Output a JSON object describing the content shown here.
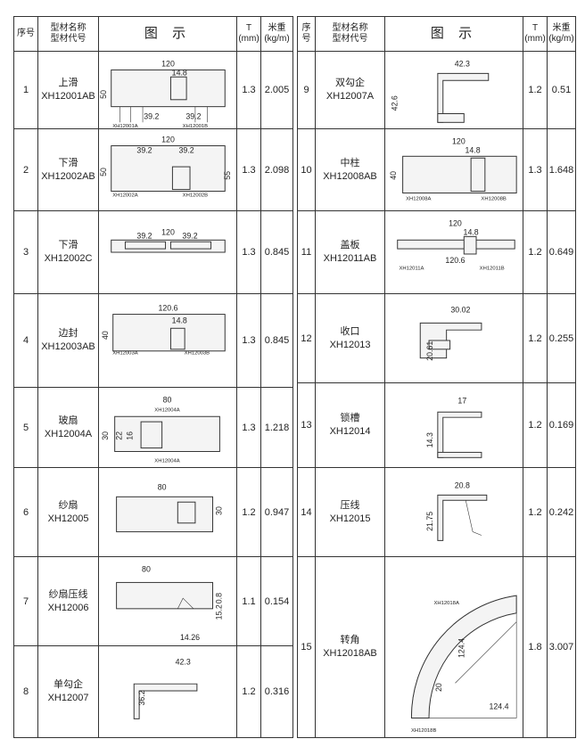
{
  "header": {
    "seq": "序号",
    "name1": "型材名称",
    "name2": "型材代号",
    "diagram": "图 示",
    "t": "T",
    "t_unit": "(mm)",
    "w": "米重",
    "w_unit": "(kg/m)"
  },
  "rows": [
    {
      "no": "1",
      "name": "上滑",
      "code": "XH12001AB",
      "t": "1.3",
      "w": "2.005",
      "dims": [
        "120",
        "14.8",
        "50",
        "39.2",
        "39.2"
      ],
      "parts": [
        "XH12001A",
        "XH12001B"
      ]
    },
    {
      "no": "2",
      "name": "下滑",
      "code": "XH12002AB",
      "t": "1.3",
      "w": "2.098",
      "dims": [
        "120",
        "39.2",
        "39.2",
        "50",
        "55"
      ],
      "parts": [
        "XH12002A",
        "XH12002B"
      ]
    },
    {
      "no": "3",
      "name": "下滑",
      "code": "XH12002C",
      "t": "1.3",
      "w": "0.845",
      "dims": [
        "120",
        "39.2",
        "39.2"
      ]
    },
    {
      "no": "4",
      "name": "边封",
      "code": "XH12003AB",
      "t": "1.3",
      "w": "0.845",
      "dims": [
        "120.6",
        "14.8",
        "40"
      ],
      "parts": [
        "XH12003A",
        "XH12003B"
      ]
    },
    {
      "no": "5",
      "name": "玻扇",
      "code": "XH12004A",
      "t": "1.3",
      "w": "1.218",
      "dims": [
        "80",
        "30",
        "16",
        "22"
      ],
      "parts": [
        "XH12004A",
        "XH12004A"
      ]
    },
    {
      "no": "6",
      "name": "纱扇",
      "code": "XH12005",
      "t": "1.2",
      "w": "0.947",
      "dims": [
        "80",
        "30"
      ]
    },
    {
      "no": "7",
      "name": "纱扇压线",
      "code": "XH12006",
      "t": "1.1",
      "w": "0.154",
      "dims": [
        "80",
        "0.8",
        "15.2",
        "14.26"
      ]
    },
    {
      "no": "8",
      "name": "单勾企",
      "code": "XH12007",
      "t": "1.2",
      "w": "0.316",
      "dims": [
        "42.3",
        "36.2"
      ]
    },
    {
      "no": "9",
      "name": "双勾企",
      "code": "XH12007A",
      "t": "1.2",
      "w": "0.51",
      "dims": [
        "42.3",
        "42.6"
      ]
    },
    {
      "no": "10",
      "name": "中柱",
      "code": "XH12008AB",
      "t": "1.3",
      "w": "1.648",
      "dims": [
        "120",
        "14.8",
        "40"
      ],
      "parts": [
        "XH12008A",
        "XH12008B"
      ]
    },
    {
      "no": "11",
      "name": "盖板",
      "code": "XH12011AB",
      "t": "1.2",
      "w": "0.649",
      "dims": [
        "120",
        "14.8",
        "120.6"
      ],
      "parts": [
        "XH12011A",
        "XH12011B"
      ]
    },
    {
      "no": "12",
      "name": "收口",
      "code": "XH12013",
      "t": "1.2",
      "w": "0.255",
      "dims": [
        "30.02",
        "20.61"
      ]
    },
    {
      "no": "13",
      "name": "锁槽",
      "code": "XH12014",
      "t": "1.2",
      "w": "0.169",
      "dims": [
        "17",
        "14.3"
      ]
    },
    {
      "no": "14",
      "name": "压线",
      "code": "XH12015",
      "t": "1.2",
      "w": "0.242",
      "dims": [
        "20.8",
        "21.75"
      ]
    },
    {
      "no": "15",
      "name": "转角",
      "code": "XH12018AB",
      "t": "1.8",
      "w": "3.007",
      "dims": [
        "124.4",
        "124.4",
        "20"
      ],
      "parts": [
        "XH12018A",
        "XH12018B"
      ]
    }
  ]
}
